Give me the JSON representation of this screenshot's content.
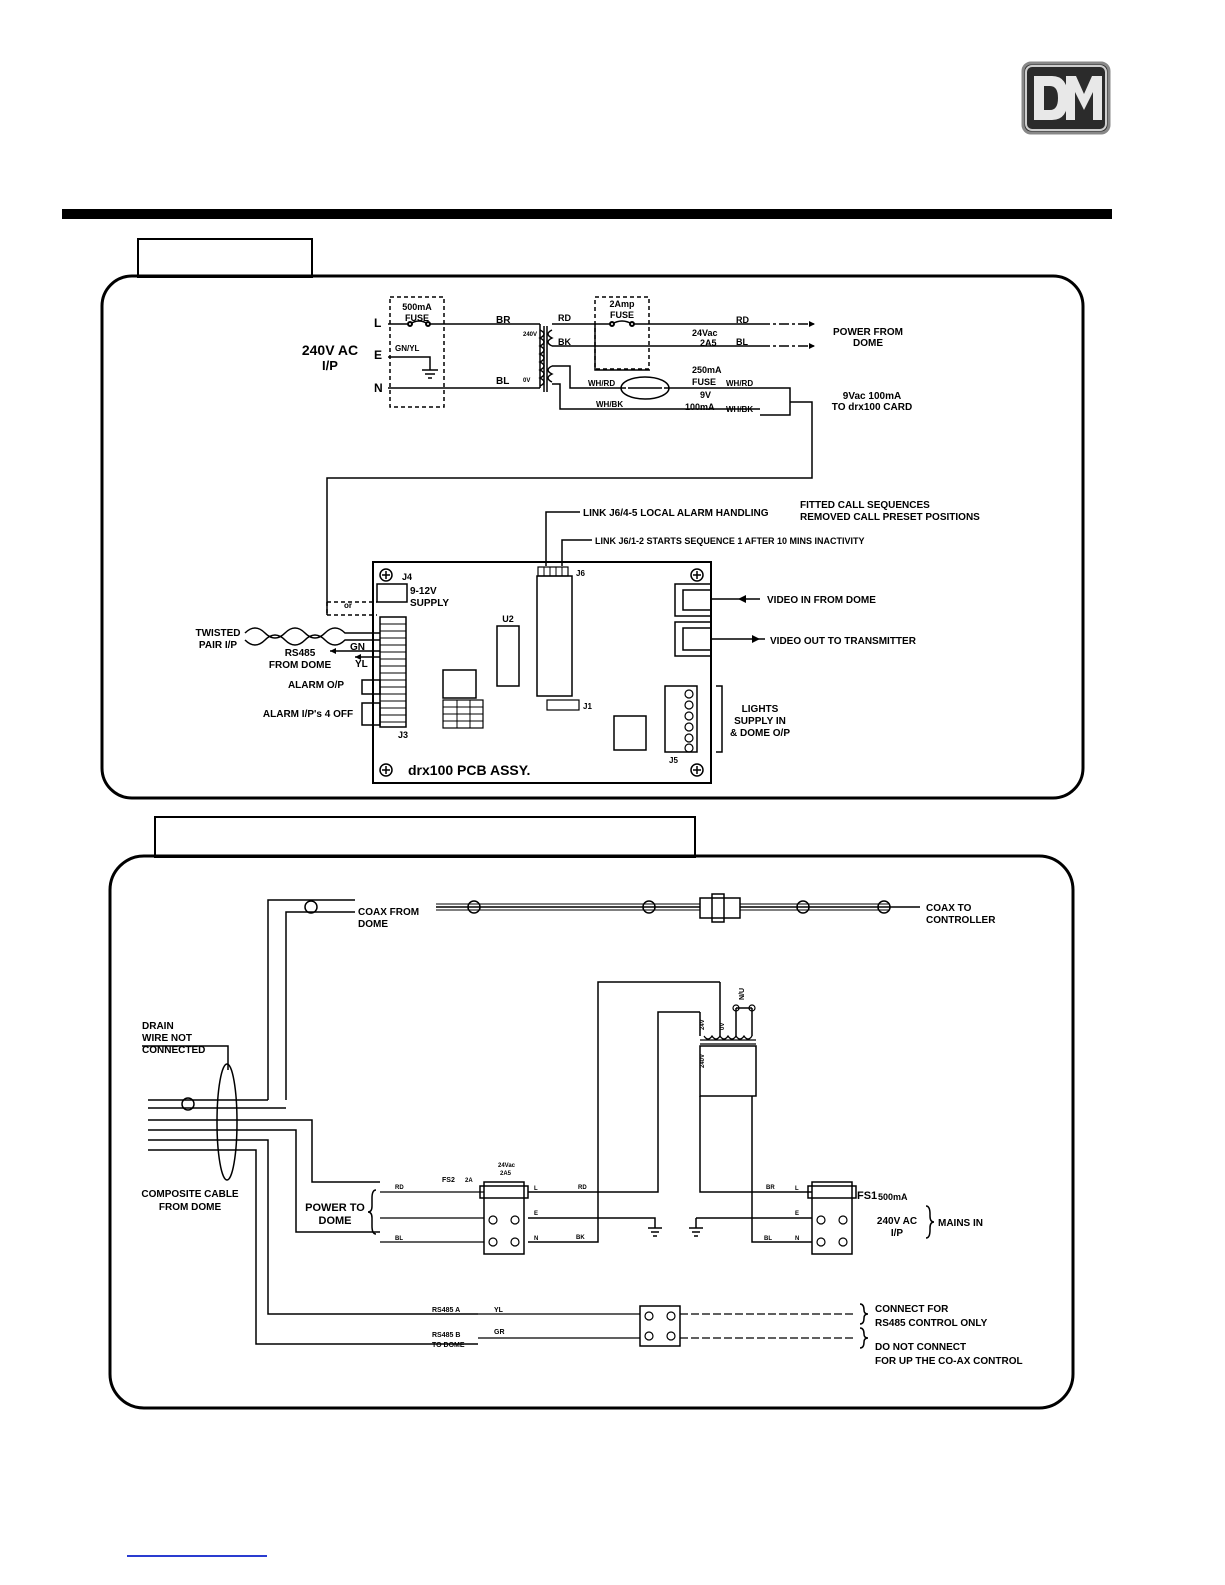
{
  "logo": {
    "alt": "DM"
  },
  "diagram1": {
    "tab_label": "",
    "input": {
      "l": "L",
      "e": "E",
      "n": "N",
      "label1": "240V AC",
      "label2": "I/P",
      "gnyl": "GN/YL"
    },
    "fuse500": {
      "line1": "500mA",
      "line2": "FUSE"
    },
    "fuse2a": {
      "line1": "2Amp",
      "line2": "FUSE"
    },
    "wires": {
      "br": "BR",
      "bl": "BL",
      "rd1": "RD",
      "bk": "BK",
      "whrd1": "WH/RD",
      "whbk1": "WH/BK",
      "v24": "24Vac",
      "a2": "2A5",
      "rd2": "RD",
      "bl2": "BL",
      "whrd2": "WH/RD",
      "whbk2": "WH/BK",
      "t240": "240V",
      "t0": "0V"
    },
    "fuse250": {
      "line1": "250mA",
      "line2": "FUSE",
      "line3": "9V",
      "line4": "100mA"
    },
    "power_from_dome": {
      "line1": "POWER FROM",
      "line2": "DOME"
    },
    "to_card": {
      "line1": "9Vac 100mA",
      "line2": "TO drx100 CARD"
    },
    "link1": "LINK J6/4-5 LOCAL ALARM HANDLING",
    "fitted": {
      "line1": "FITTED CALL SEQUENCES",
      "line2": "REMOVED CALL PRESET POSITIONS"
    },
    "link2": "LINK J6/1-2 STARTS SEQUENCE 1 AFTER 10 MINS INACTIVITY",
    "board": {
      "j4": "J4",
      "supply1": "9-12V",
      "supply2": "SUPPLY",
      "or": "or",
      "u2": "U2",
      "j6": "J6",
      "j1": "J1",
      "j3": "J3",
      "j5": "J5",
      "title": "drx100 PCB ASSY."
    },
    "video_in": "VIDEO IN FROM DOME",
    "video_out": "VIDEO OUT TO TRANSMITTER",
    "twisted": {
      "line1": "TWISTED",
      "line2": "PAIR I/P"
    },
    "rs485": {
      "line1": "RS485",
      "line2": "FROM DOME",
      "gn": "GN",
      "yl": "YL"
    },
    "alarm_op": "ALARM O/P",
    "alarm_ip": "ALARM I/P's 4 OFF",
    "lights": {
      "line1": "LIGHTS",
      "line2": "SUPPLY IN",
      "line3": "& DOME O/P"
    }
  },
  "diagram2": {
    "tab_label": "",
    "coax_from": {
      "line1": "COAX FROM",
      "line2": "DOME"
    },
    "coax_to": {
      "line1": "COAX TO",
      "line2": "CONTROLLER"
    },
    "drain": {
      "line1": "DRAIN",
      "line2": "WIRE NOT",
      "line3": "CONNECTED"
    },
    "composite": {
      "line1": "COMPOSITE CABLE",
      "line2": "FROM DOME"
    },
    "power_to": {
      "line1": "POWER TO",
      "line2": "DOME"
    },
    "fs2": "FS2",
    "fs2_rating": "2A",
    "fs2_top": {
      "line1": "24Vac",
      "line2": "2A5"
    },
    "fs1": "FS1",
    "fs1_rating": "500mA",
    "mains": {
      "line1": "240V AC",
      "line2": "I/P",
      "label": "MAINS IN"
    },
    "nu": "N/U",
    "transformer": {
      "t24": "24V",
      "t0": "0V",
      "t240": "240V"
    },
    "term": {
      "l": "L",
      "e": "E",
      "n": "N",
      "l2": "L",
      "e2": "E",
      "n2": "N"
    },
    "wires": {
      "rd": "RD",
      "bl": "BL",
      "rd2": "RD",
      "bk": "BK",
      "br": "BR",
      "bl2": "BL"
    },
    "rs485a": "RS485 A",
    "rs485b": {
      "line1": "RS485 B",
      "line2": "TO DOME"
    },
    "yl": "YL",
    "gr": "GR",
    "connect_for": {
      "line1": "CONNECT FOR",
      "line2": "RS485 CONTROL ONLY"
    },
    "do_not": {
      "line1": "DO NOT CONNECT",
      "line2": "FOR UP THE CO-AX CONTROL"
    }
  }
}
